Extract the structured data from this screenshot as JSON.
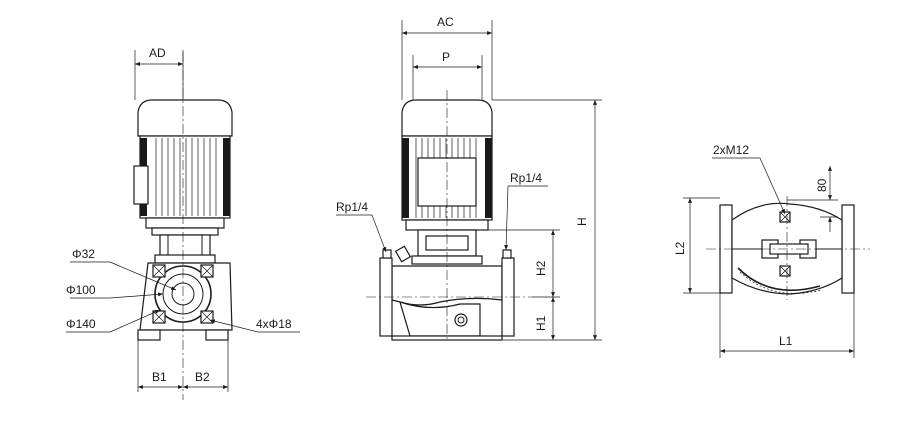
{
  "views": {
    "front": {
      "dims": {
        "ad": "AD",
        "b1": "B1",
        "b2": "B2"
      },
      "callouts": {
        "phi32": "Φ32",
        "phi100": "Φ100",
        "phi140": "Φ140",
        "bolts": "4xΦ18"
      }
    },
    "side": {
      "dims": {
        "ac": "AC",
        "p": "P",
        "h": "H",
        "h1": "H1",
        "h2": "H2"
      },
      "callouts": {
        "rp_left": "Rp1/4",
        "rp_right": "Rp1/4"
      }
    },
    "top": {
      "dims": {
        "l1": "L1",
        "l2": "L2",
        "d80": "80"
      },
      "callouts": {
        "bolts": "2xM12"
      }
    }
  }
}
